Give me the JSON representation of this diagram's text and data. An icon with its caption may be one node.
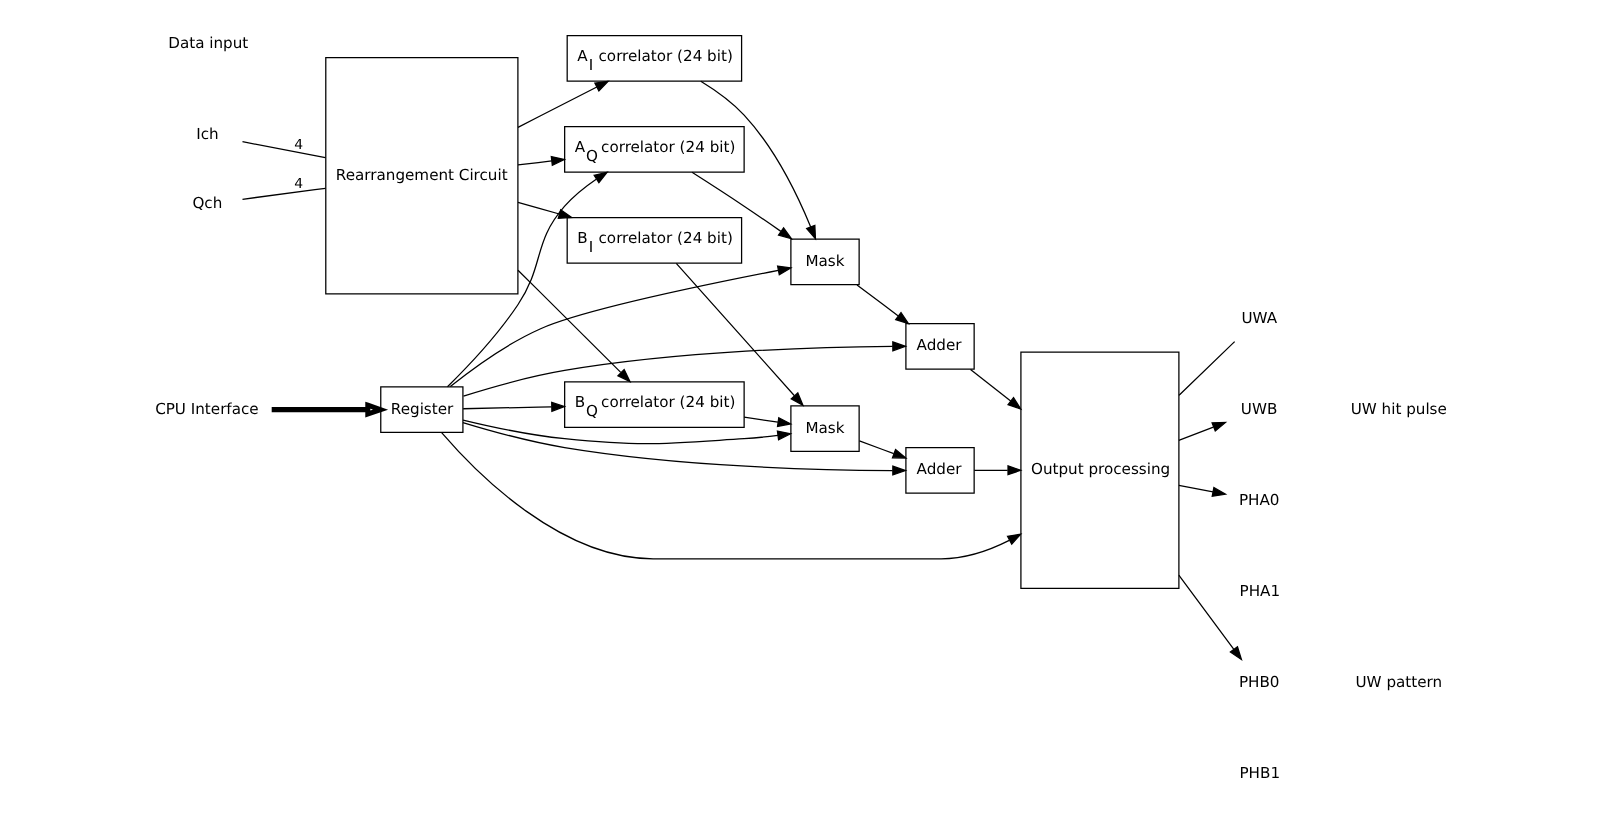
{
  "diagram": {
    "nodes": [
      {
        "text": [
          "Ich"
        ]
      },
      {
        "text": [
          "Qch"
        ]
      },
      {
        "text": [
          "Rearrangement Circuit"
        ]
      },
      {
        "text": [
          "A$_{I}$ correlator (24 bit)"
        ]
      },
      {
        "text": [
          "A$_{Q}$ correlator (24 bit)"
        ]
      },
      {
        "text": [
          "B$_{I}$ correlator (24 bit)"
        ]
      },
      {
        "text": [
          "B$_{Q}$ correlator (24 bit)"
        ]
      },
      {
        "text": [
          "Mask"
        ]
      },
      {
        "text": [
          "Adder"
        ]
      },
      {
        "text": [
          "Mask"
        ]
      },
      {
        "text": [
          "Adder"
        ]
      },
      {
        "text": [
          "Output processing"
        ]
      },
      {
        "text": [
          "UWA"
        ]
      },
      {
        "text": [
          "UWB"
        ]
      },
      {
        "text": [
          "PHA0"
        ]
      },
      {
        "text": [
          "PHB0"
        ]
      },
      {
        "text": [
          "CPU Interface"
        ]
      },
      {
        "text": [
          "Register"
        ]
      }
    ],
    "edges": [
      {
        "from": 0,
        "to": 2,
        "arrow": "none",
        "label": "4"
      },
      {
        "from": 1,
        "to": 2,
        "arrow": "none",
        "label": "4"
      },
      {
        "from": 2,
        "to": 3,
        "arrow": "to"
      },
      {
        "from": 2,
        "to": 4,
        "arrow": "to"
      },
      {
        "from": 2,
        "to": 5,
        "arrow": "to"
      },
      {
        "from": 2,
        "to": 6,
        "arrow": "to"
      },
      {
        "from": 3,
        "to": 7,
        "arrow": "to"
      },
      {
        "from": 4,
        "to": 7,
        "arrow": "to"
      },
      {
        "from": 5,
        "to": 9,
        "arrow": "to"
      },
      {
        "from": 6,
        "to": 9,
        "arrow": "to"
      },
      {
        "from": 7,
        "to": 8,
        "arrow": "to"
      },
      {
        "from": 9,
        "to": 10,
        "arrow": "to"
      },
      {
        "from": 8,
        "to": 11,
        "arrow": "to"
      },
      {
        "from": 10,
        "to": 11,
        "arrow": "to"
      },
      {
        "from": 11,
        "to": 12,
        "arrow": "none"
      },
      {
        "from": 11,
        "to": 13,
        "arrow": "to"
      },
      {
        "from": 11,
        "to": 14,
        "arrow": "to"
      },
      {
        "from": 11,
        "to": 15,
        "arrow": "to"
      },
      {
        "from": 16,
        "to": 17,
        "arrow": "to",
        "style": "thick"
      },
      {
        "from": 17,
        "to": 4,
        "arrow": "to"
      },
      {
        "from": 17,
        "to": 6,
        "arrow": "to"
      },
      {
        "from": 17,
        "to": 7,
        "arrow": "to"
      },
      {
        "from": 17,
        "to": 9,
        "arrow": "to"
      },
      {
        "from": 17,
        "to": 8,
        "arrow": "to"
      },
      {
        "from": 17,
        "to": 10,
        "arrow": "to"
      },
      {
        "from": 17,
        "to": 11,
        "arrow": "to"
      }
    ],
    "labels": [
      "Data input",
      "UW hit pulse",
      "PHA1",
      "PHB1",
      "UW pattern"
    ]
  }
}
